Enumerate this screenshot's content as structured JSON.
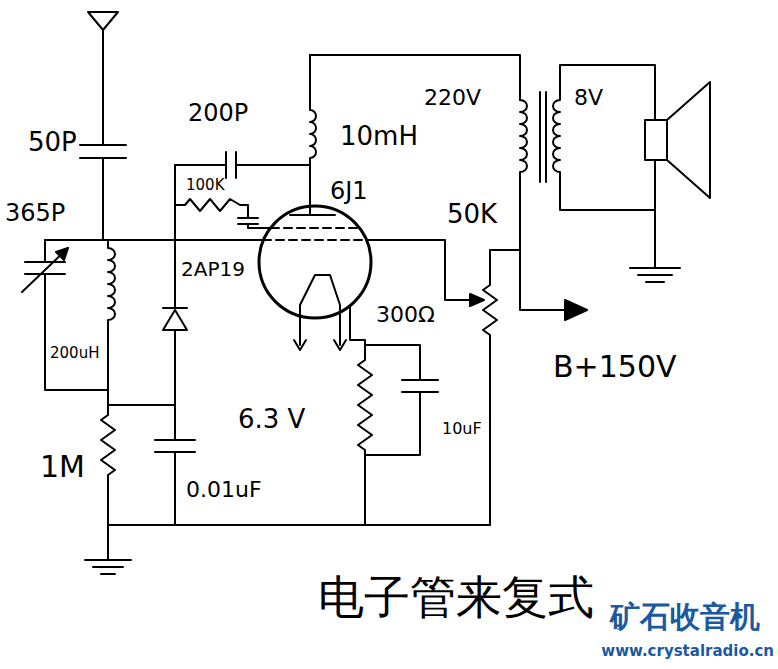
{
  "diagram": {
    "title": "电子管来复式",
    "labels": [
      "50P",
      "365P",
      "200uH",
      "1M",
      "0.01uF",
      "200P",
      "100K",
      "2AP19",
      "10mH",
      "6J1",
      "6.3 V",
      "300Ω",
      "10uF",
      "50K",
      "220V",
      "8V",
      "B+150V",
      "矿石收音机",
      "www.crystalradio.cn"
    ]
  }
}
